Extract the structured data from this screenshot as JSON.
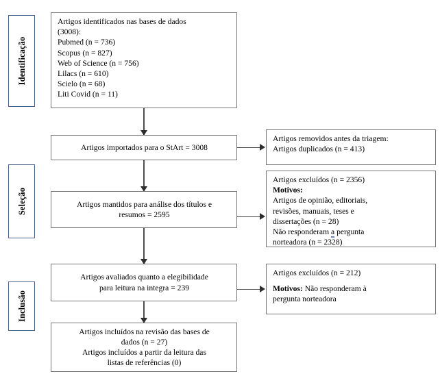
{
  "diagram": {
    "title": "PRISMA flow diagram",
    "language": "pt-BR",
    "colors": {
      "stage_border": "#4a5f86",
      "box_border": "#767676",
      "connector": "#4d4d4d",
      "arrow_head": "#2e2e2e",
      "background": "#ffffff",
      "text": "#000000",
      "spellcheck_underline": "#6d86c4"
    },
    "stages": [
      {
        "id": "identificacao",
        "label": "Identificação"
      },
      {
        "id": "selecao",
        "label": "Seleção"
      },
      {
        "id": "inclusao",
        "label": "Inclusão"
      }
    ],
    "main_boxes": [
      {
        "id": "identificacao-box",
        "align": "left",
        "lines": [
          "Artigos identificados nas bases de dados",
          "(3008):",
          "Pubmed (n = 736)",
          "Scopus (n = 827)",
          "Web of Science (n = 756)",
          "Lilacs (n = 610)",
          "Scielo (n = 68)",
          "Liti Covid (n = 11)"
        ]
      },
      {
        "id": "importados-box",
        "align": "center",
        "lines": [
          "Artigos importados para o StArt = 3008"
        ]
      },
      {
        "id": "titulos-resumos-box",
        "align": "center",
        "lines": [
          "Artigos mantidos para análise dos títulos e",
          "resumos = 2595"
        ]
      },
      {
        "id": "elegibilidade-box",
        "align": "center",
        "lines": [
          "Artigos avaliados quanto a elegibilidade",
          "para leitura na integra = 239"
        ]
      },
      {
        "id": "incluidos-box",
        "align": "center",
        "lines": [
          "Artigos incluídos na revisão das bases de",
          "dados (n = 27)",
          "Artigos incluídos a partir da leitura das",
          "listas de referências (0)"
        ]
      }
    ],
    "side_boxes": [
      {
        "id": "removidos-box",
        "lines": [
          "Artigos removidos antes da triagem:",
          "Artigos duplicados (n = 413)"
        ]
      },
      {
        "id": "excluidos-triagem-box",
        "line_1": "Artigos excluídos (n = 2356)",
        "motivos_label": "Motivos:",
        "line_3": "Artigos de opinião, editoriais,",
        "line_4": "revisões, manuais, teses e",
        "line_5": "dissertações (n = 28)",
        "line_6_a": "Não responderam",
        "line_6_b": "a",
        "line_6_c": "pergunta",
        "line_7": "norteadora (n = 2328)"
      },
      {
        "id": "excluidos-elegibilidade-box",
        "line_1": "Artigos excluídos (n = 212)",
        "motivos_label": "Motivos:",
        "motivos_text": " Não responderam à",
        "line_3": "pergunta norteadora"
      }
    ]
  }
}
